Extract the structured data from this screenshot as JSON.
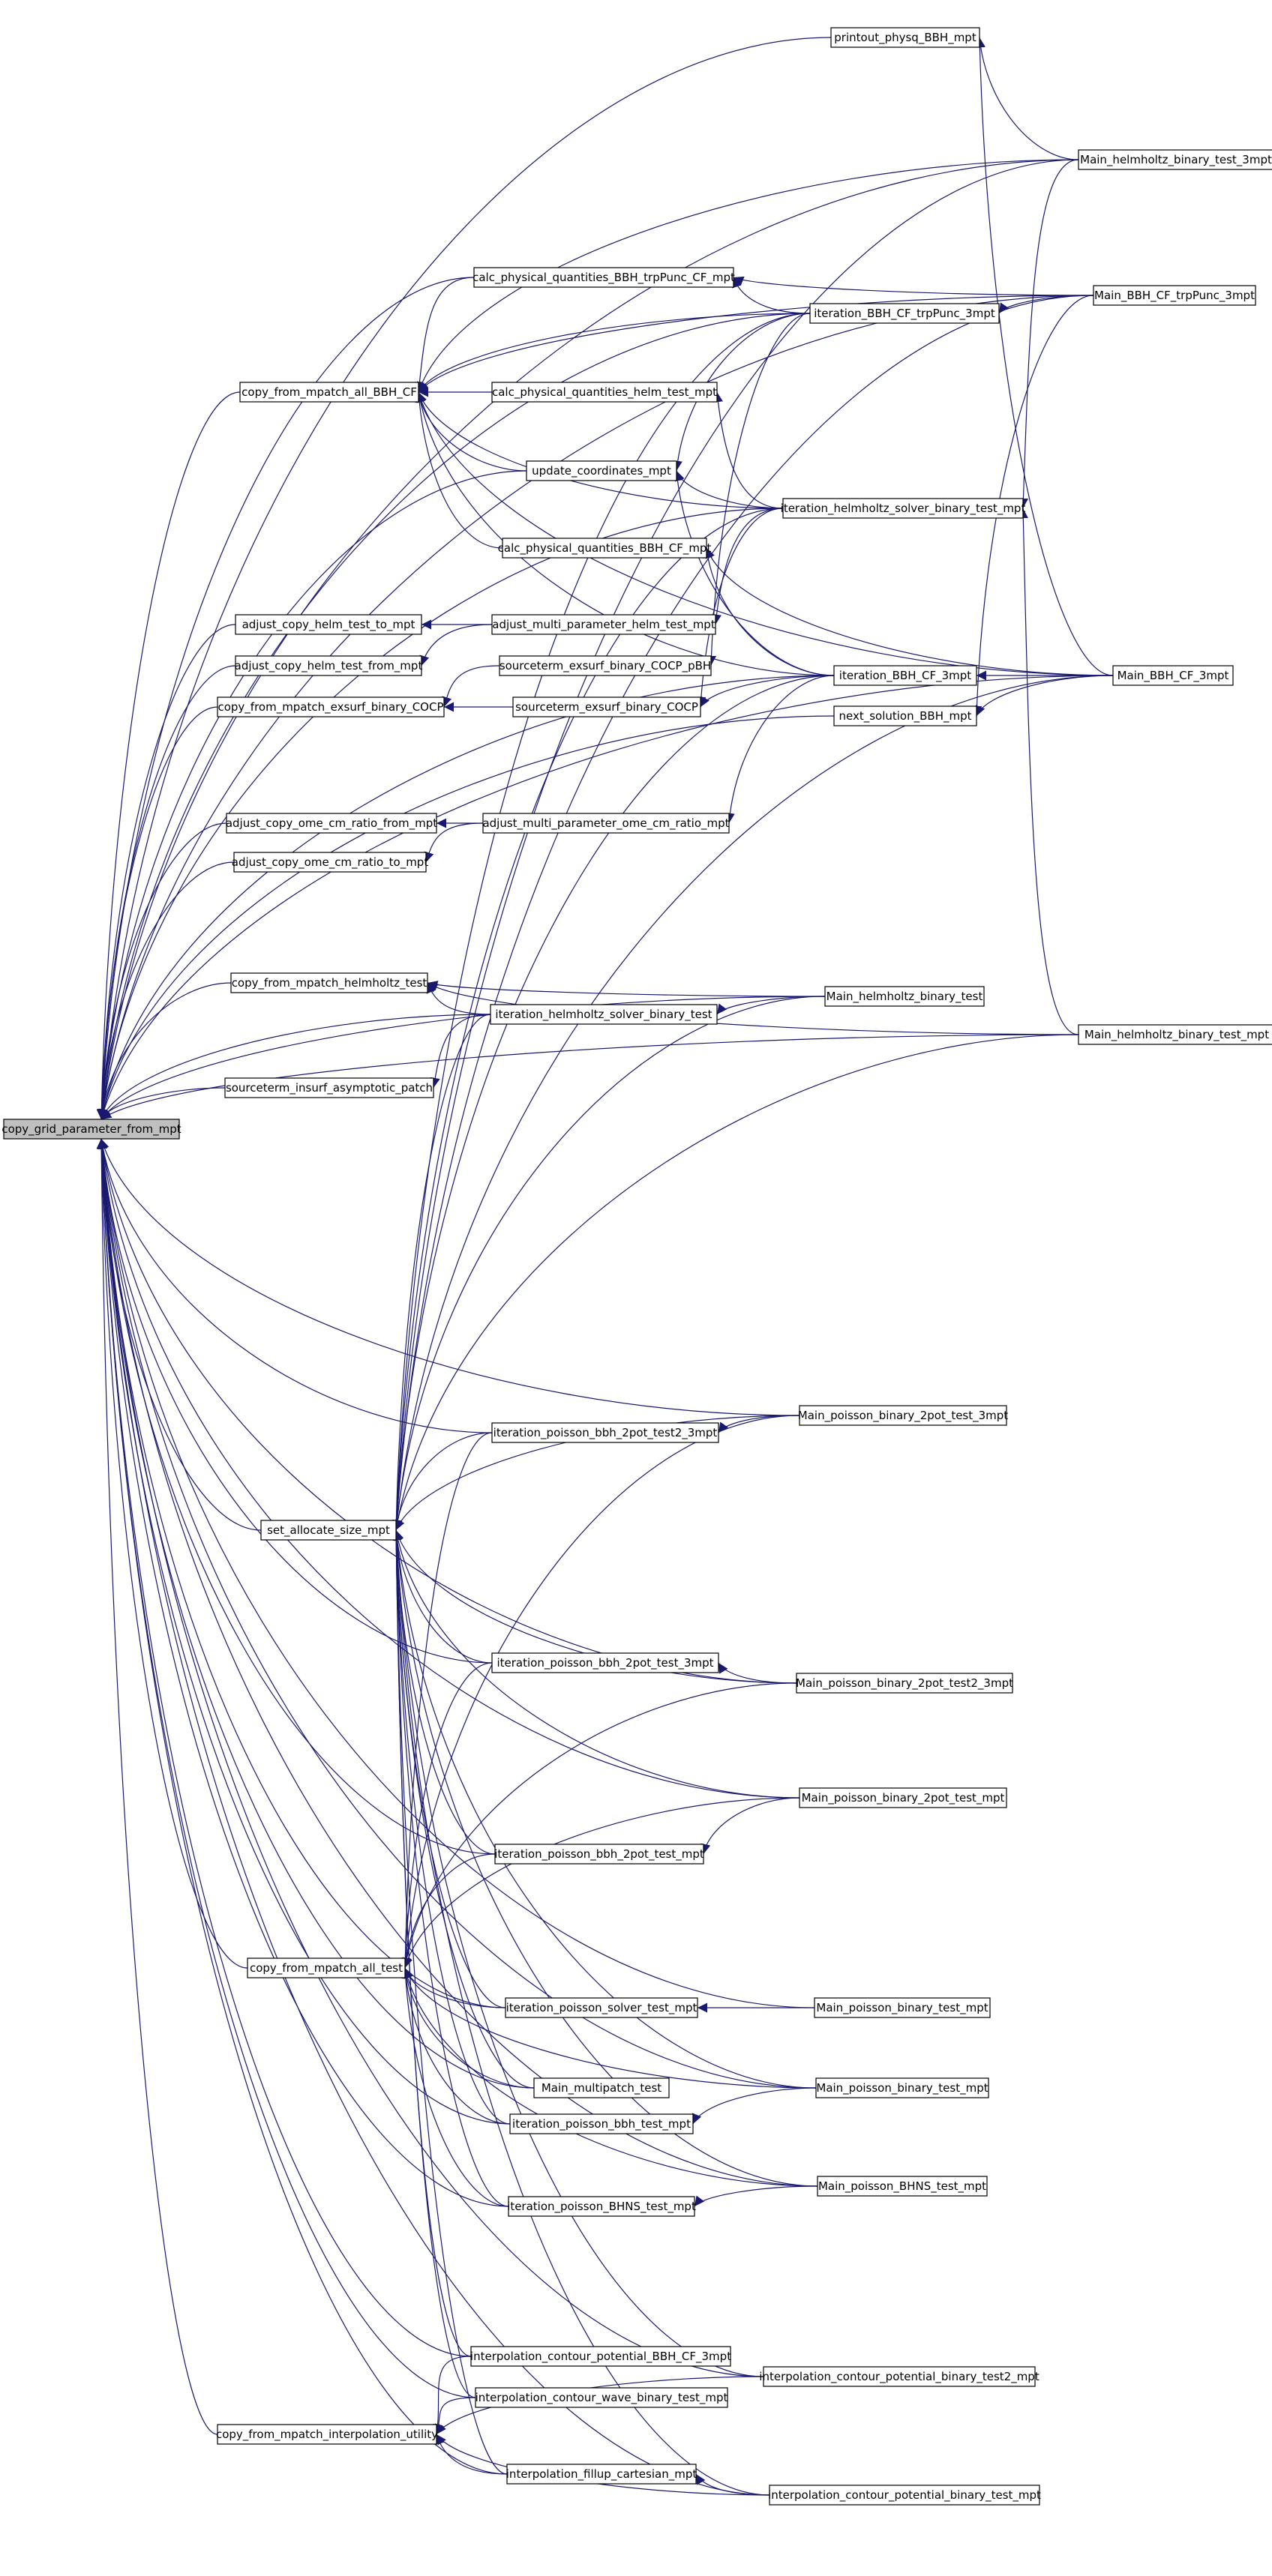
{
  "diagram": {
    "type": "call-graph",
    "root": "copy_grid_parameter_from_mpt",
    "edge_color": "#191970",
    "root_fill": "#bfbfbf",
    "nodes": [
      {
        "id": "root",
        "label": "copy_grid_parameter_from_mpt"
      },
      {
        "id": "n1",
        "label": "printout_physq_BBH_mpt"
      },
      {
        "id": "n2",
        "label": "Main_helmholtz_binary_test_3mpt"
      },
      {
        "id": "n3",
        "label": "calc_physical_quantities_BBH_trpPunc_CF_mpt"
      },
      {
        "id": "n4",
        "label": "iteration_BBH_CF_trpPunc_3mpt"
      },
      {
        "id": "n5",
        "label": "Main_BBH_CF_trpPunc_3mpt"
      },
      {
        "id": "n6",
        "label": "copy_from_mpatch_all_BBH_CF"
      },
      {
        "id": "n7",
        "label": "calc_physical_quantities_helm_test_mpt"
      },
      {
        "id": "n8",
        "label": "update_coordinates_mpt"
      },
      {
        "id": "n9",
        "label": "iteration_helmholtz_solver_binary_test_mpt"
      },
      {
        "id": "n10",
        "label": "calc_physical_quantities_BBH_CF_mpt"
      },
      {
        "id": "n11",
        "label": "adjust_copy_helm_test_to_mpt"
      },
      {
        "id": "n12",
        "label": "adjust_multi_parameter_helm_test_mpt"
      },
      {
        "id": "n13",
        "label": "adjust_copy_helm_test_from_mpt"
      },
      {
        "id": "n14",
        "label": "sourceterm_exsurf_binary_COCP_pBH"
      },
      {
        "id": "n15",
        "label": "iteration_BBH_CF_3mpt"
      },
      {
        "id": "n16",
        "label": "Main_BBH_CF_3mpt"
      },
      {
        "id": "n17",
        "label": "copy_from_mpatch_exsurf_binary_COCP"
      },
      {
        "id": "n18",
        "label": "sourceterm_exsurf_binary_COCP"
      },
      {
        "id": "n19",
        "label": "next_solution_BBH_mpt"
      },
      {
        "id": "n20",
        "label": "adjust_copy_ome_cm_ratio_from_mpt"
      },
      {
        "id": "n21",
        "label": "adjust_multi_parameter_ome_cm_ratio_mpt"
      },
      {
        "id": "n22",
        "label": "adjust_copy_ome_cm_ratio_to_mpt"
      },
      {
        "id": "n23",
        "label": "copy_from_mpatch_helmholtz_test"
      },
      {
        "id": "n24",
        "label": "Main_helmholtz_binary_test"
      },
      {
        "id": "n25",
        "label": "iteration_helmholtz_solver_binary_test"
      },
      {
        "id": "n26",
        "label": "Main_helmholtz_binary_test_mpt"
      },
      {
        "id": "n27",
        "label": "sourceterm_insurf_asymptotic_patch"
      },
      {
        "id": "n28",
        "label": "iteration_poisson_bbh_2pot_test2_3mpt"
      },
      {
        "id": "n29",
        "label": "Main_poisson_binary_2pot_test_3mpt"
      },
      {
        "id": "n30",
        "label": "set_allocate_size_mpt"
      },
      {
        "id": "n31",
        "label": "iteration_poisson_bbh_2pot_test_3mpt"
      },
      {
        "id": "n32",
        "label": "Main_poisson_binary_2pot_test2_3mpt"
      },
      {
        "id": "n33",
        "label": "Main_poisson_binary_2pot_test_mpt"
      },
      {
        "id": "n34",
        "label": "iteration_poisson_bbh_2pot_test_mpt"
      },
      {
        "id": "n35",
        "label": "copy_from_mpatch_all_test"
      },
      {
        "id": "n36",
        "label": "iteration_poisson_solver_test_mpt"
      },
      {
        "id": "n37",
        "label": "Main_poisson_binary_test_mpt"
      },
      {
        "id": "n38",
        "label": "Main_multipatch_test"
      },
      {
        "id": "n39",
        "label": "Main_poisson_binary_test_mpt"
      },
      {
        "id": "n40",
        "label": "iteration_poisson_bbh_test_mpt"
      },
      {
        "id": "n41",
        "label": "Main_poisson_BHNS_test_mpt"
      },
      {
        "id": "n42",
        "label": "iteration_poisson_BHNS_test_mpt"
      },
      {
        "id": "n43",
        "label": "interpolation_contour_potential_BBH_CF_3mpt"
      },
      {
        "id": "n44",
        "label": "interpolation_contour_potential_binary_test2_mpt"
      },
      {
        "id": "n45",
        "label": "interpolation_contour_wave_binary_test_mpt"
      },
      {
        "id": "n46",
        "label": "copy_from_mpatch_interpolation_utility"
      },
      {
        "id": "n47",
        "label": "interpolation_fillup_cartesian_mpt"
      },
      {
        "id": "n48",
        "label": "interpolation_contour_potential_binary_test_mpt"
      }
    ],
    "edges": [
      [
        "root",
        "n1"
      ],
      [
        "root",
        "n2"
      ],
      [
        "root",
        "n3"
      ],
      [
        "root",
        "n4"
      ],
      [
        "root",
        "n5"
      ],
      [
        "root",
        "n6"
      ],
      [
        "root",
        "n8"
      ],
      [
        "root",
        "n9"
      ],
      [
        "root",
        "n11"
      ],
      [
        "root",
        "n13"
      ],
      [
        "root",
        "n15"
      ],
      [
        "root",
        "n16"
      ],
      [
        "root",
        "n17"
      ],
      [
        "root",
        "n19"
      ],
      [
        "root",
        "n20"
      ],
      [
        "root",
        "n22"
      ],
      [
        "root",
        "n23"
      ],
      [
        "root",
        "n24"
      ],
      [
        "root",
        "n25"
      ],
      [
        "root",
        "n26"
      ],
      [
        "root",
        "n27"
      ],
      [
        "root",
        "n28"
      ],
      [
        "root",
        "n29"
      ],
      [
        "root",
        "n30"
      ],
      [
        "root",
        "n31"
      ],
      [
        "root",
        "n32"
      ],
      [
        "root",
        "n33"
      ],
      [
        "root",
        "n34"
      ],
      [
        "root",
        "n35"
      ],
      [
        "root",
        "n36"
      ],
      [
        "root",
        "n37"
      ],
      [
        "root",
        "n38"
      ],
      [
        "root",
        "n39"
      ],
      [
        "root",
        "n40"
      ],
      [
        "root",
        "n41"
      ],
      [
        "root",
        "n42"
      ],
      [
        "root",
        "n43"
      ],
      [
        "root",
        "n44"
      ],
      [
        "root",
        "n45"
      ],
      [
        "root",
        "n46"
      ],
      [
        "root",
        "n47"
      ],
      [
        "root",
        "n48"
      ],
      [
        "n1",
        "n2"
      ],
      [
        "n1",
        "n16"
      ],
      [
        "n3",
        "n4"
      ],
      [
        "n3",
        "n5"
      ],
      [
        "n4",
        "n5"
      ],
      [
        "n6",
        "n3"
      ],
      [
        "n6",
        "n4"
      ],
      [
        "n6",
        "n7"
      ],
      [
        "n6",
        "n8"
      ],
      [
        "n6",
        "n9"
      ],
      [
        "n6",
        "n10"
      ],
      [
        "n6",
        "n15"
      ],
      [
        "n6",
        "n2"
      ],
      [
        "n6",
        "n5"
      ],
      [
        "n6",
        "n16"
      ],
      [
        "n7",
        "n9"
      ],
      [
        "n8",
        "n4"
      ],
      [
        "n8",
        "n9"
      ],
      [
        "n8",
        "n15"
      ],
      [
        "n9",
        "n2"
      ],
      [
        "n9",
        "n26"
      ],
      [
        "n10",
        "n15"
      ],
      [
        "n10",
        "n16"
      ],
      [
        "n11",
        "n12"
      ],
      [
        "n12",
        "n9"
      ],
      [
        "n13",
        "n12"
      ],
      [
        "n14",
        "n4"
      ],
      [
        "n15",
        "n16"
      ],
      [
        "n17",
        "n14"
      ],
      [
        "n17",
        "n18"
      ],
      [
        "n18",
        "n9"
      ],
      [
        "n18",
        "n15"
      ],
      [
        "n19",
        "n5"
      ],
      [
        "n19",
        "n16"
      ],
      [
        "n20",
        "n21"
      ],
      [
        "n21",
        "n15"
      ],
      [
        "n22",
        "n21"
      ],
      [
        "n23",
        "n24"
      ],
      [
        "n23",
        "n25"
      ],
      [
        "n23",
        "n26"
      ],
      [
        "n25",
        "n24"
      ],
      [
        "n27",
        "n25"
      ],
      [
        "n28",
        "n29"
      ],
      [
        "n30",
        "n2"
      ],
      [
        "n30",
        "n4"
      ],
      [
        "n30",
        "n5"
      ],
      [
        "n30",
        "n9"
      ],
      [
        "n30",
        "n15"
      ],
      [
        "n30",
        "n16"
      ],
      [
        "n30",
        "n24"
      ],
      [
        "n30",
        "n25"
      ],
      [
        "n30",
        "n26"
      ],
      [
        "n30",
        "n28"
      ],
      [
        "n30",
        "n29"
      ],
      [
        "n30",
        "n31"
      ],
      [
        "n30",
        "n32"
      ],
      [
        "n30",
        "n33"
      ],
      [
        "n30",
        "n34"
      ],
      [
        "n30",
        "n36"
      ],
      [
        "n30",
        "n38"
      ],
      [
        "n30",
        "n39"
      ],
      [
        "n30",
        "n40"
      ],
      [
        "n30",
        "n41"
      ],
      [
        "n30",
        "n42"
      ],
      [
        "n30",
        "n43"
      ],
      [
        "n30",
        "n44"
      ],
      [
        "n30",
        "n45"
      ],
      [
        "n30",
        "n47"
      ],
      [
        "n30",
        "n48"
      ],
      [
        "n31",
        "n32"
      ],
      [
        "n34",
        "n33"
      ],
      [
        "n35",
        "n28"
      ],
      [
        "n35",
        "n29"
      ],
      [
        "n35",
        "n31"
      ],
      [
        "n35",
        "n32"
      ],
      [
        "n35",
        "n33"
      ],
      [
        "n35",
        "n34"
      ],
      [
        "n35",
        "n36"
      ],
      [
        "n35",
        "n38"
      ],
      [
        "n35",
        "n39"
      ],
      [
        "n35",
        "n40"
      ],
      [
        "n35",
        "n41"
      ],
      [
        "n35",
        "n42"
      ],
      [
        "n36",
        "n37"
      ],
      [
        "n40",
        "n39"
      ],
      [
        "n42",
        "n41"
      ],
      [
        "n46",
        "n43"
      ],
      [
        "n46",
        "n44"
      ],
      [
        "n46",
        "n45"
      ],
      [
        "n46",
        "n47"
      ],
      [
        "n46",
        "n48"
      ],
      [
        "n47",
        "n48"
      ]
    ]
  }
}
